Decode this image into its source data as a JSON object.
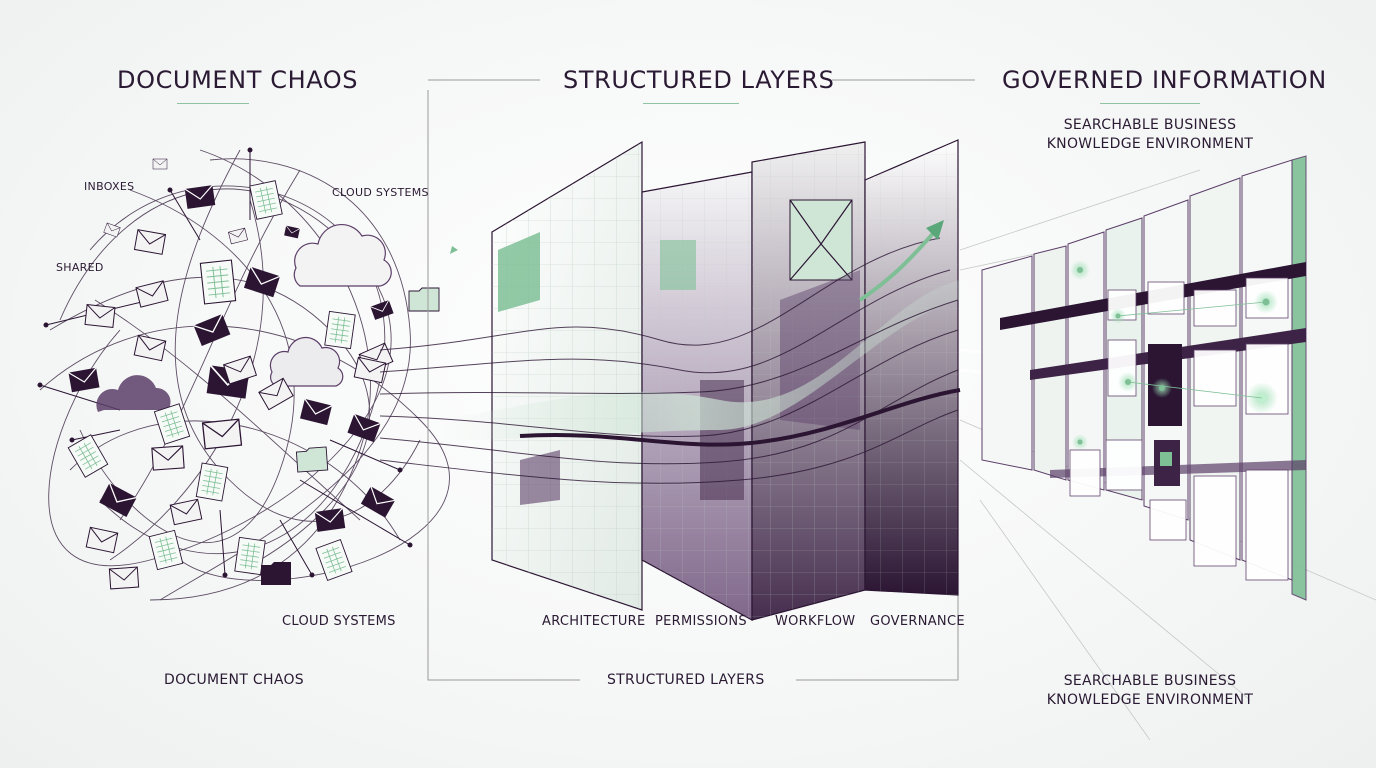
{
  "headers": {
    "left": "DOCUMENT CHAOS",
    "center": "STRUCTURED LAYERS",
    "right": "GOVERNED INFORMATION"
  },
  "right_subtitle": [
    "SEARCHABLE BUSINESS",
    "KNOWLEDGE ENVIRONMENT"
  ],
  "chaos_labels": {
    "inboxes": "INBOXES",
    "cloud_top": "CLOUD SYSTEMS",
    "shared": "SHARED",
    "cloud_bottom": "CLOUD SYSTEMS"
  },
  "layer_labels": [
    "ARCHITECTURE",
    "PERMISSIONS",
    "WORKFLOW",
    "GOVERNANCE"
  ],
  "footers": {
    "left": "DOCUMENT CHAOS",
    "center": "STRUCTURED LAYERS",
    "right": [
      "SEARCHABLE BUSINESS",
      "KNOWLEDGE ENVIRONMENT"
    ]
  },
  "colors": {
    "purple_dark": "#2b1533",
    "purple_mid": "#5b3e68",
    "green_accent": "#7fbf96",
    "green_light": "#cfe6d6",
    "line_gray": "#9a9a9a"
  },
  "icons": [
    "envelope-icon",
    "spreadsheet-icon",
    "folder-icon",
    "cloud-icon",
    "arrow-up-right-icon",
    "status-light-icon"
  ]
}
